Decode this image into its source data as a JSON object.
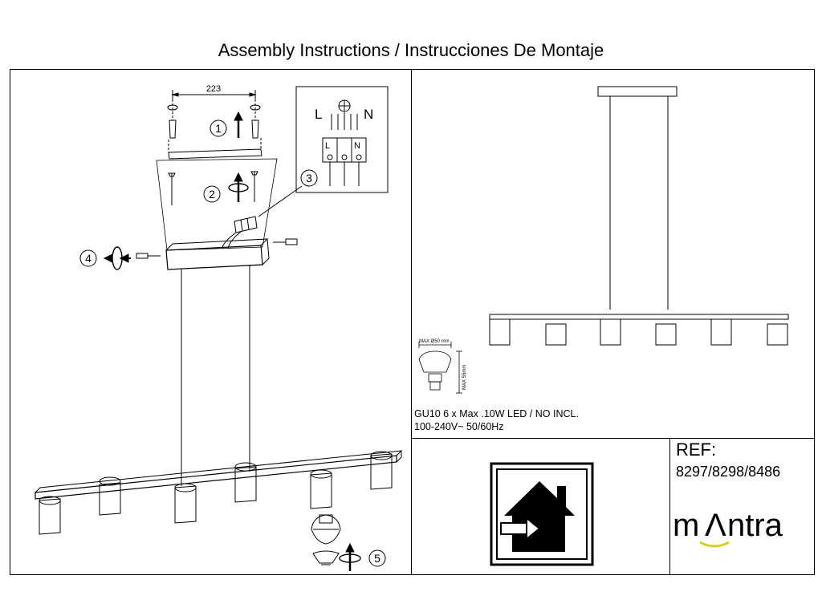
{
  "title": "Assembly Instructions / Instrucciones De Montaje",
  "steps": [
    "1",
    "2",
    "3",
    "4",
    "5"
  ],
  "dimension": "223",
  "terminal": {
    "live": "L",
    "neutral": "N"
  },
  "bulb": {
    "max_width": "MAX Ø50 mm",
    "max_height": "MAX 55mm",
    "spec_line1": "GU10 6 x Max .10W LED / NO INCL.",
    "spec_line2": "100-240V~ 50/60Hz"
  },
  "ref": {
    "label": "REF:",
    "value": "8297/8298/8486"
  },
  "brand": {
    "name": "mantra",
    "prefix": "m",
    "accent_char": "Λ",
    "suffix": "ntra",
    "accent_color": "#d4cf1a"
  },
  "icons": [
    "indoor-use-house-icon",
    "rotate-arrow-icon",
    "up-arrow-icon",
    "ground-symbol-icon"
  ]
}
